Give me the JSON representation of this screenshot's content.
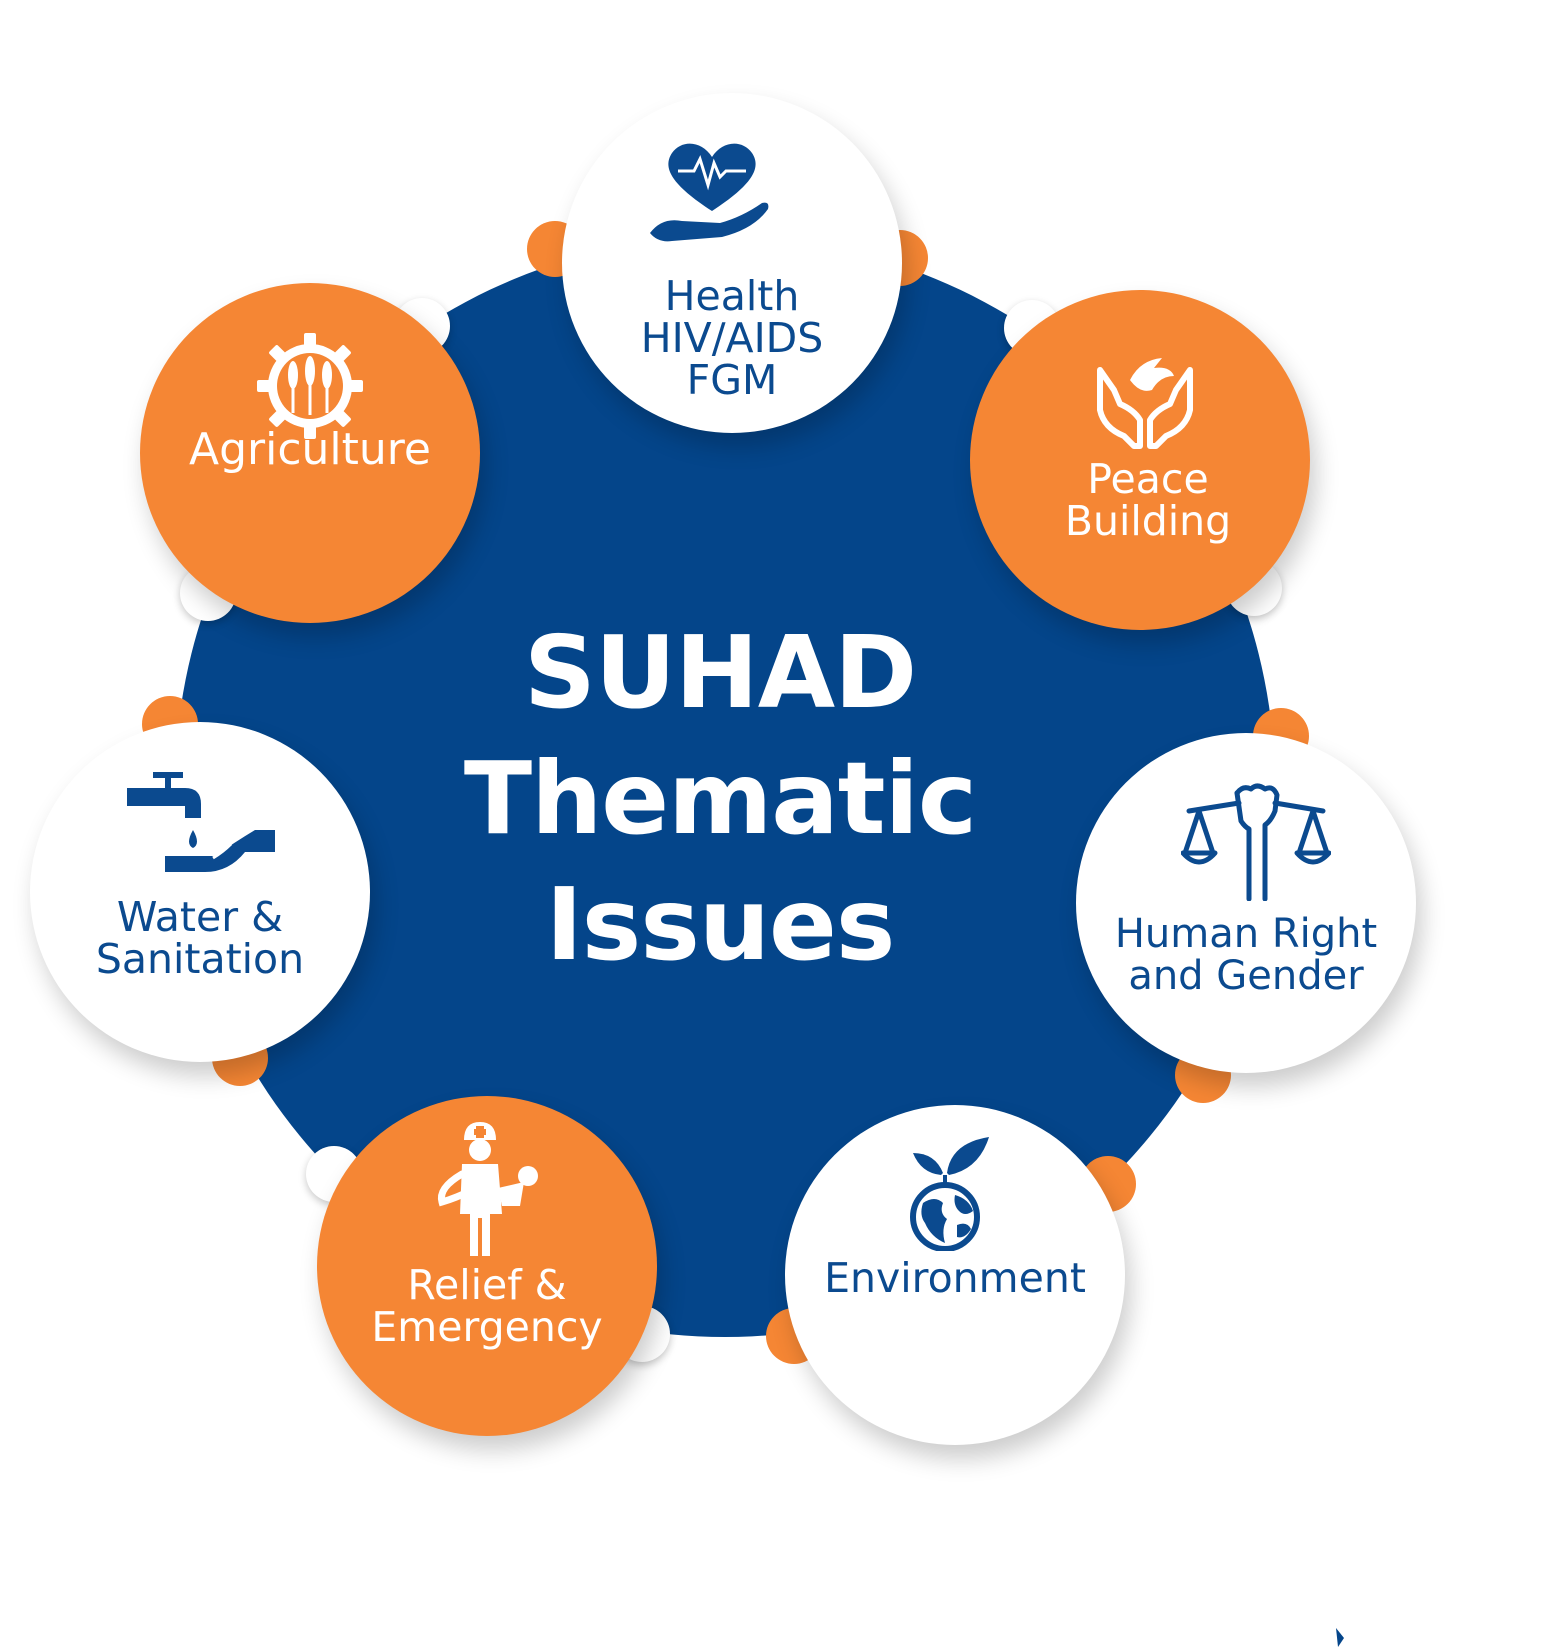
{
  "center": {
    "line1": "SUHAD",
    "line2": "Thematic",
    "line3": "Issues"
  },
  "topics": [
    {
      "id": "health",
      "lines": [
        "Health",
        "HIV/AIDS",
        "FGM"
      ],
      "icon": "heart-hand-icon",
      "fill": "white"
    },
    {
      "id": "peace",
      "lines": [
        "Peace",
        "Building"
      ],
      "icon": "dove-hands-icon",
      "fill": "orange"
    },
    {
      "id": "human-rights",
      "lines": [
        "Human Right",
        "and Gender"
      ],
      "icon": "scales-fist-icon",
      "fill": "white"
    },
    {
      "id": "environment",
      "lines": [
        "Environment"
      ],
      "icon": "globe-leaf-icon",
      "fill": "white"
    },
    {
      "id": "relief",
      "lines": [
        "Relief  &",
        "Emergency"
      ],
      "icon": "rescuer-icon",
      "fill": "orange"
    },
    {
      "id": "water",
      "lines": [
        "Water &",
        "Sanitation"
      ],
      "icon": "tap-hand-icon",
      "fill": "white"
    },
    {
      "id": "agriculture",
      "lines": [
        "Agriculture"
      ],
      "icon": "wheat-gear-icon",
      "fill": "orange"
    }
  ],
  "colors": {
    "navy": "#04458a",
    "orange": "#f58634",
    "white": "#ffffff",
    "label_blue": "#0b4a8f"
  }
}
